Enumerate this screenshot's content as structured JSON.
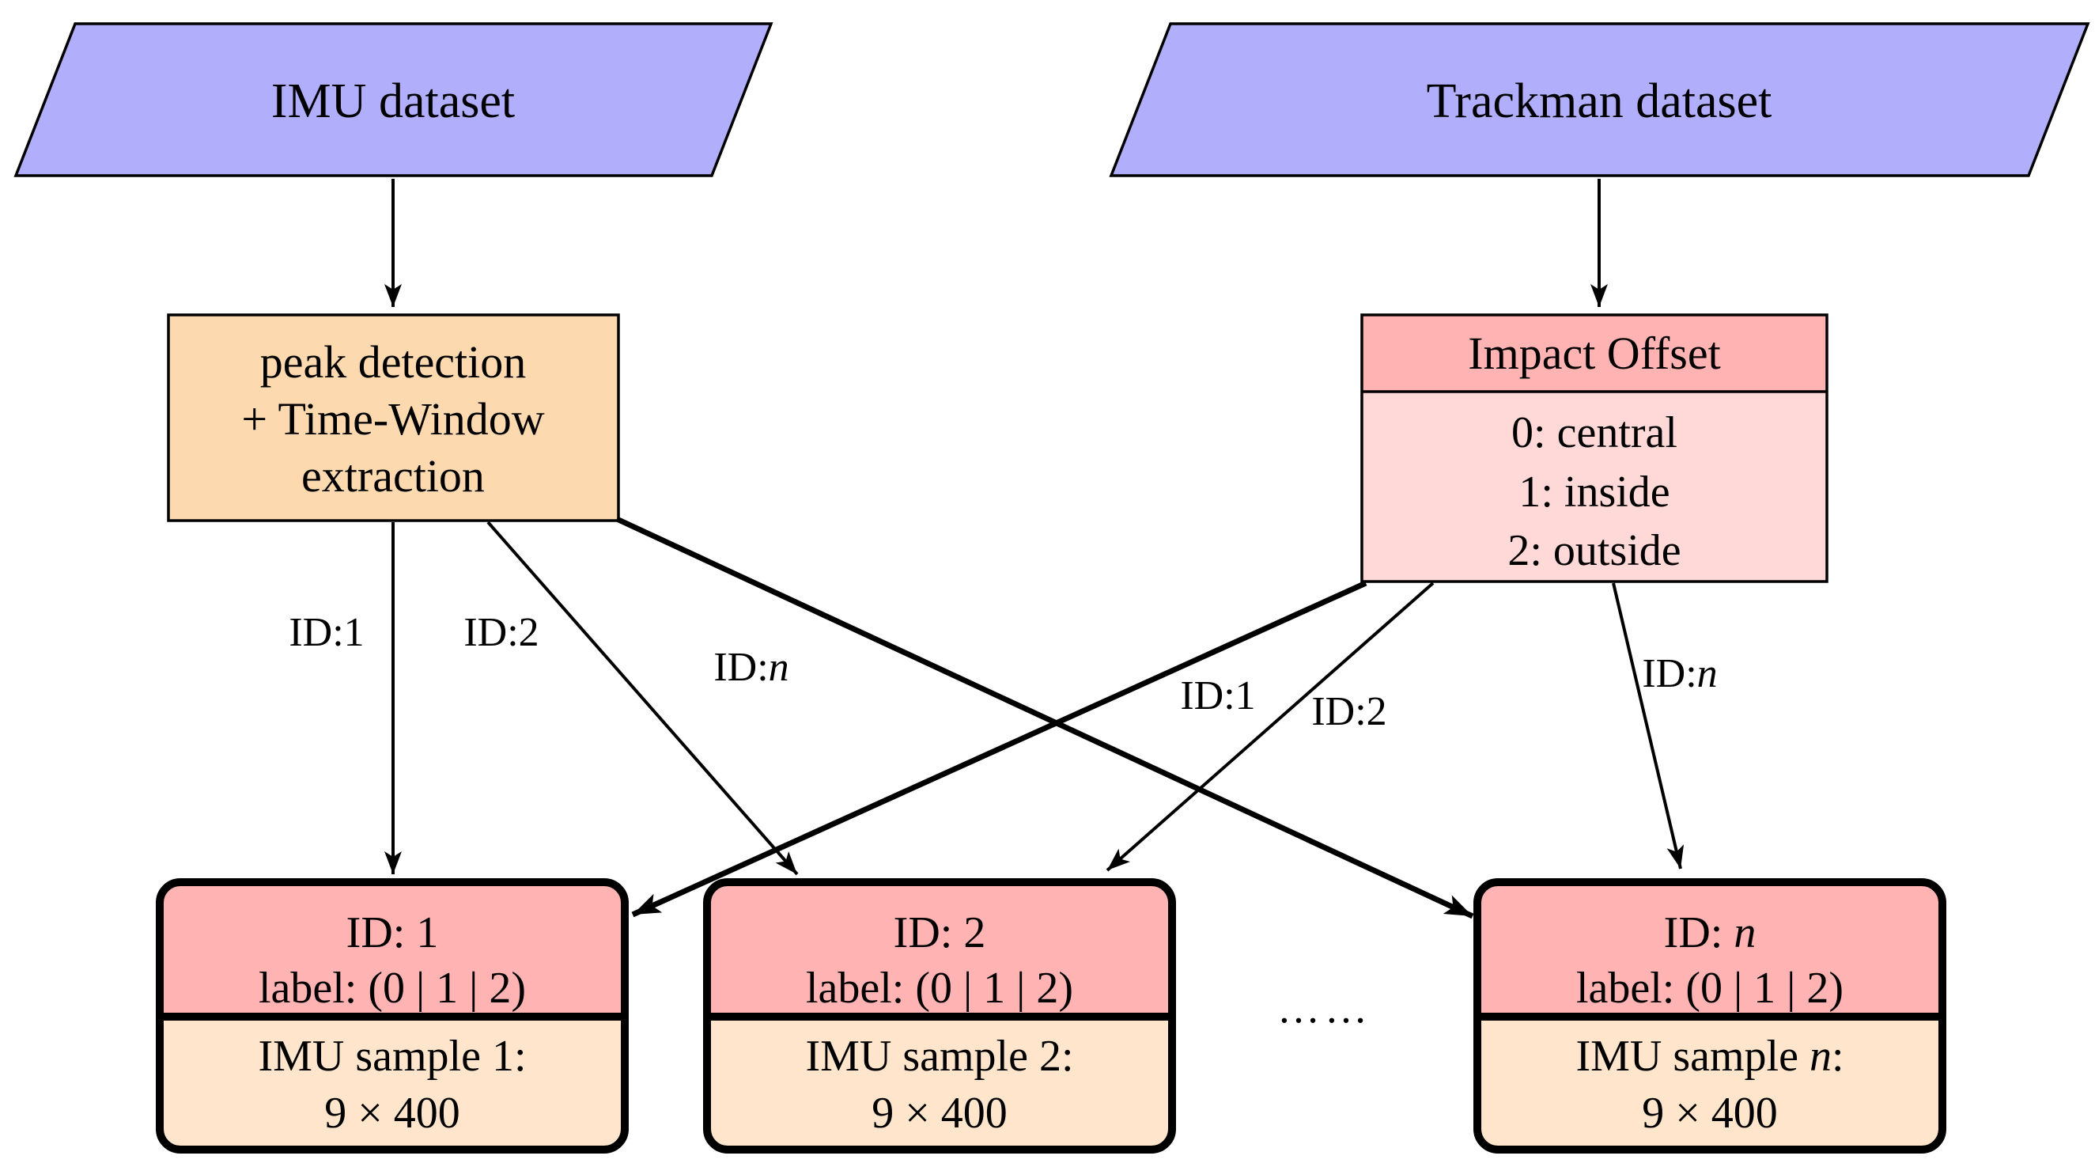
{
  "colors": {
    "dataset_fill": "#b1aefb",
    "process_fill": "#fcd9ae",
    "pink_header": "#ffb3b3",
    "pink_body": "#ffd9d8",
    "cream_body": "#fee5cb",
    "line_color": "#000000"
  },
  "datasets": {
    "imu": {
      "label": "IMU dataset"
    },
    "trackman": {
      "label": "Trackman dataset"
    }
  },
  "process": {
    "line1": "peak detection",
    "line2": "+ Time-Window",
    "line3": "extraction"
  },
  "impact_offset": {
    "title": "Impact Offset",
    "row0": "0: central",
    "row1": "1: inside",
    "row2": "2: outside"
  },
  "samples": {
    "s1": {
      "id_prefix": "ID: ",
      "id_value": "1",
      "label_line": "label: (0 | 1 | 2)",
      "body_prefix": "IMU sample ",
      "body_value": "1",
      "body_suffix": ":",
      "size": "9 × 400"
    },
    "s2": {
      "id_prefix": "ID: ",
      "id_value": "2",
      "label_line": "label: (0 | 1 | 2)",
      "body_prefix": "IMU sample ",
      "body_value": "2",
      "body_suffix": ":",
      "size": "9 × 400"
    },
    "sn": {
      "id_prefix": "ID: ",
      "id_value": "n",
      "label_line": "label: (0 | 1 | 2)",
      "body_prefix": "IMU sample ",
      "body_value": "n",
      "body_suffix": ":",
      "size": "9 × 400"
    }
  },
  "edge_labels": {
    "left_id1": "ID:1",
    "left_id2": "ID:2",
    "left_idn_prefix": "ID:",
    "left_idn_var": "n",
    "right_id1": "ID:1",
    "right_id2": "ID:2",
    "right_idn_prefix": "ID:",
    "right_idn_var": "n"
  },
  "ellipsis": "……"
}
